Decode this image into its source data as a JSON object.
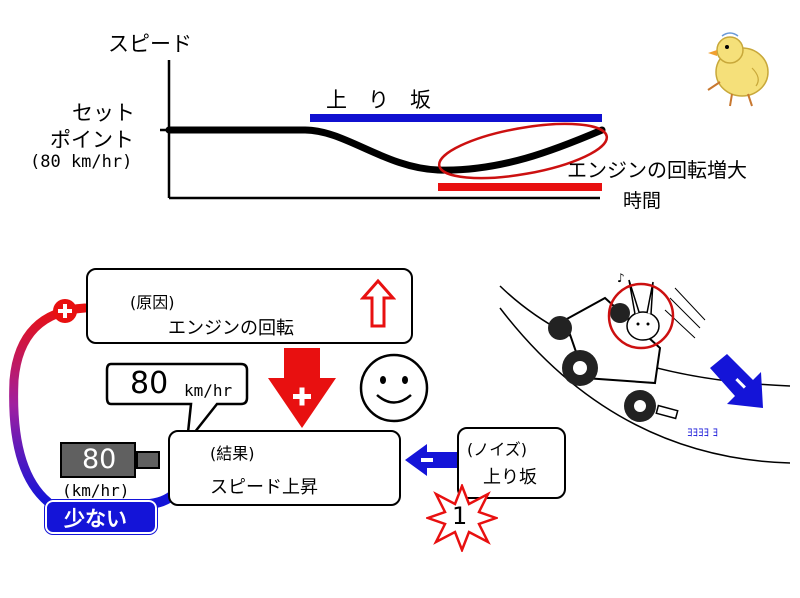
{
  "graph": {
    "y_axis_label": "スピード",
    "setpoint_line1": "セット",
    "setpoint_line2": "ポイント",
    "setpoint_value": "(80 km/hr)",
    "uphill_label": "上　り　坂",
    "engine_increase_label": "エンジンの回転増大",
    "x_axis_label": "時間",
    "colors": {
      "uphill_bar": "#1010d0",
      "engine_bar": "#e81010",
      "ellipse": "#cc1010"
    }
  },
  "diagram": {
    "cause_title": "(原因)",
    "cause_text": "エンジンの回転",
    "result_title": "(結果)",
    "result_text": "スピード上昇",
    "speech_value": "80",
    "speech_unit": "km/hr",
    "meter_value": "80",
    "meter_unit": "(km/hr)",
    "low_badge": "少ない",
    "noise_title": "(ノイズ)",
    "noise_text": "上り坂",
    "star_number": "1",
    "plus_sign": "+",
    "minus_sign": "−",
    "colors": {
      "red": "#e81010",
      "blue": "#1414d8",
      "dark_gray": "#606060"
    }
  }
}
